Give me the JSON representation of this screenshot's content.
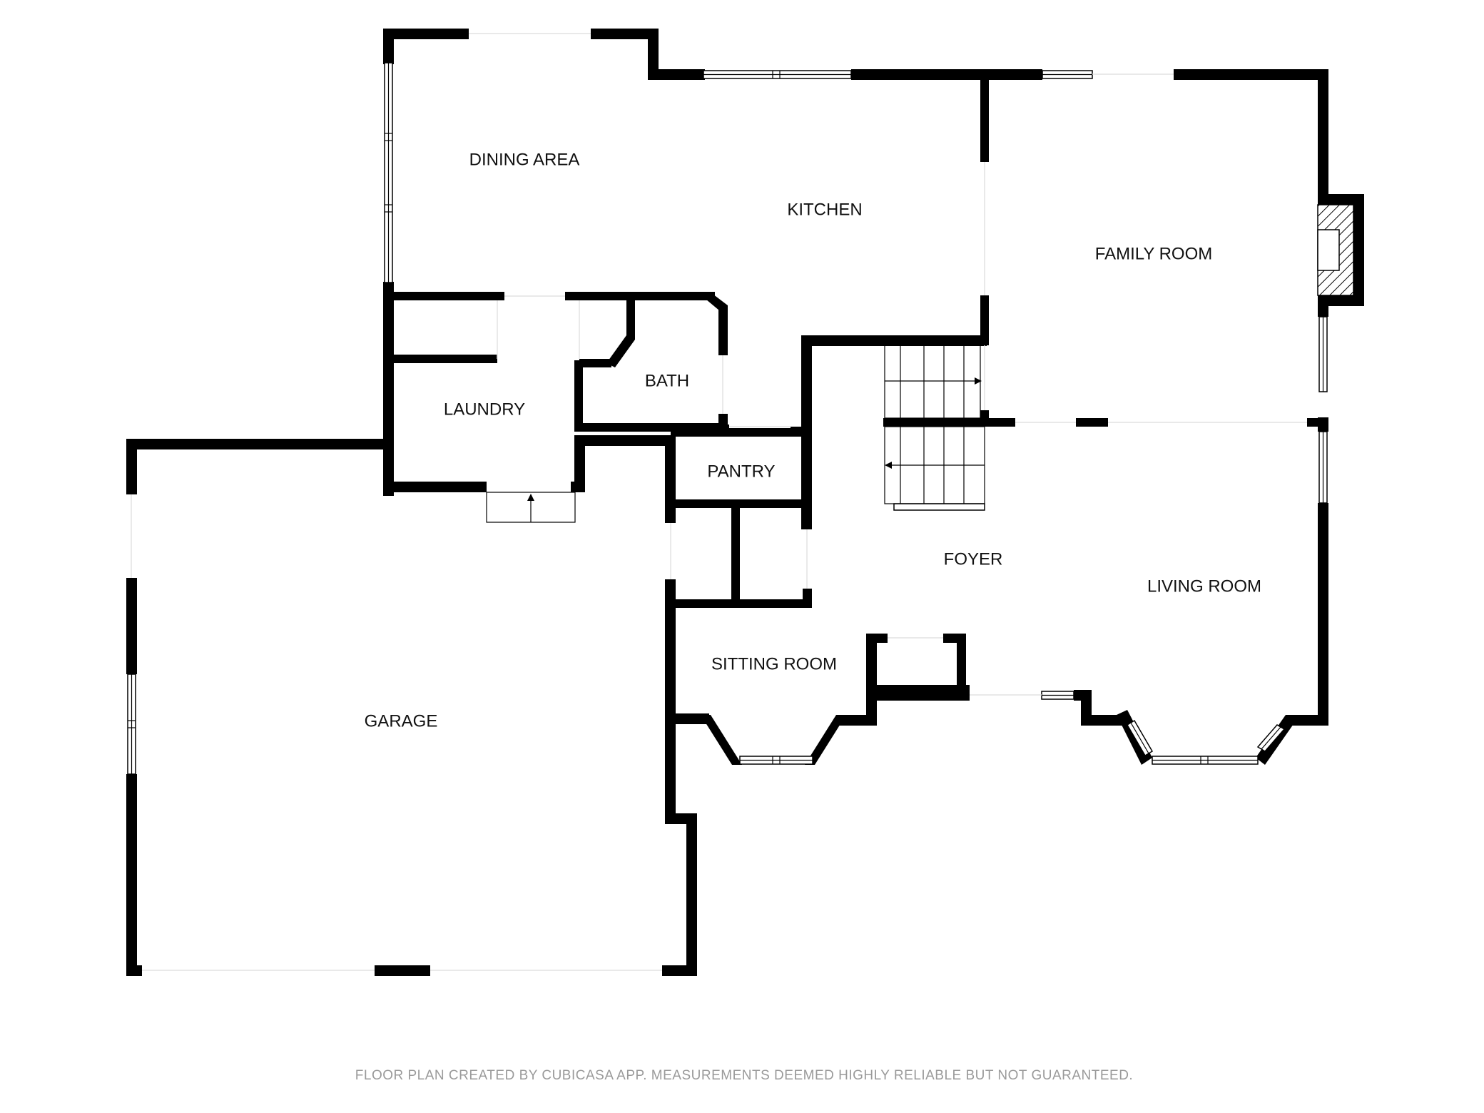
{
  "rooms": {
    "dining_area": "DINING AREA",
    "kitchen": "KITCHEN",
    "family_room": "FAMILY ROOM",
    "bath": "BATH",
    "laundry": "LAUNDRY",
    "pantry": "PANTRY",
    "foyer": "FOYER",
    "living_room": "LIVING ROOM",
    "sitting_room": "SITTING ROOM",
    "garage": "GARAGE"
  },
  "footer": {
    "disclaimer": "FLOOR PLAN CREATED BY CUBICASA APP. MEASUREMENTS DEEMED HIGHLY RELIABLE BUT NOT GUARANTEED."
  },
  "colors": {
    "wall": "#000000",
    "background": "#ffffff",
    "footer_text": "#9a9a9a"
  }
}
